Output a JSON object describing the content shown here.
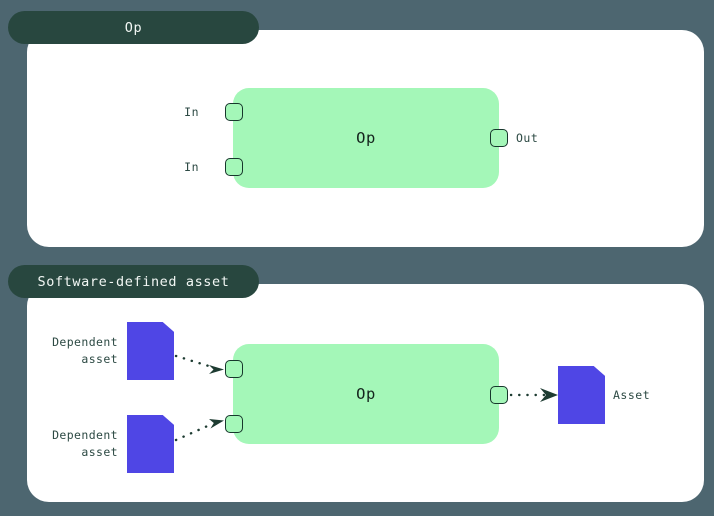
{
  "background_color": "#4d6670",
  "theme": {
    "panel_bg": "#ffffff",
    "tab_bg": "#28473f",
    "tab_text": "#f2f7f4",
    "op_fill": "#a4f7b8",
    "op_stroke": "#17372c",
    "asset_fill": "#4f46e5",
    "label_text": "#2d4a44",
    "connector": "#1d3b31"
  },
  "panels": [
    {
      "id": "op",
      "tab_label": "Op",
      "op": {
        "label": "Op",
        "inputs": [
          {
            "label": "In"
          },
          {
            "label": "In"
          }
        ],
        "outputs": [
          {
            "label": "Out"
          }
        ]
      }
    },
    {
      "id": "software-defined-asset",
      "tab_label": "Software-defined asset",
      "op": {
        "label": "Op",
        "inputs": [
          {
            "label": ""
          },
          {
            "label": ""
          }
        ],
        "outputs": [
          {
            "label": ""
          }
        ]
      },
      "upstream_assets": [
        {
          "caption": "Dependent\nasset",
          "icon": "asset-document-icon"
        },
        {
          "caption": "Dependent\nasset",
          "icon": "asset-document-icon"
        }
      ],
      "downstream_assets": [
        {
          "caption": "Asset",
          "icon": "asset-document-icon"
        }
      ]
    }
  ]
}
